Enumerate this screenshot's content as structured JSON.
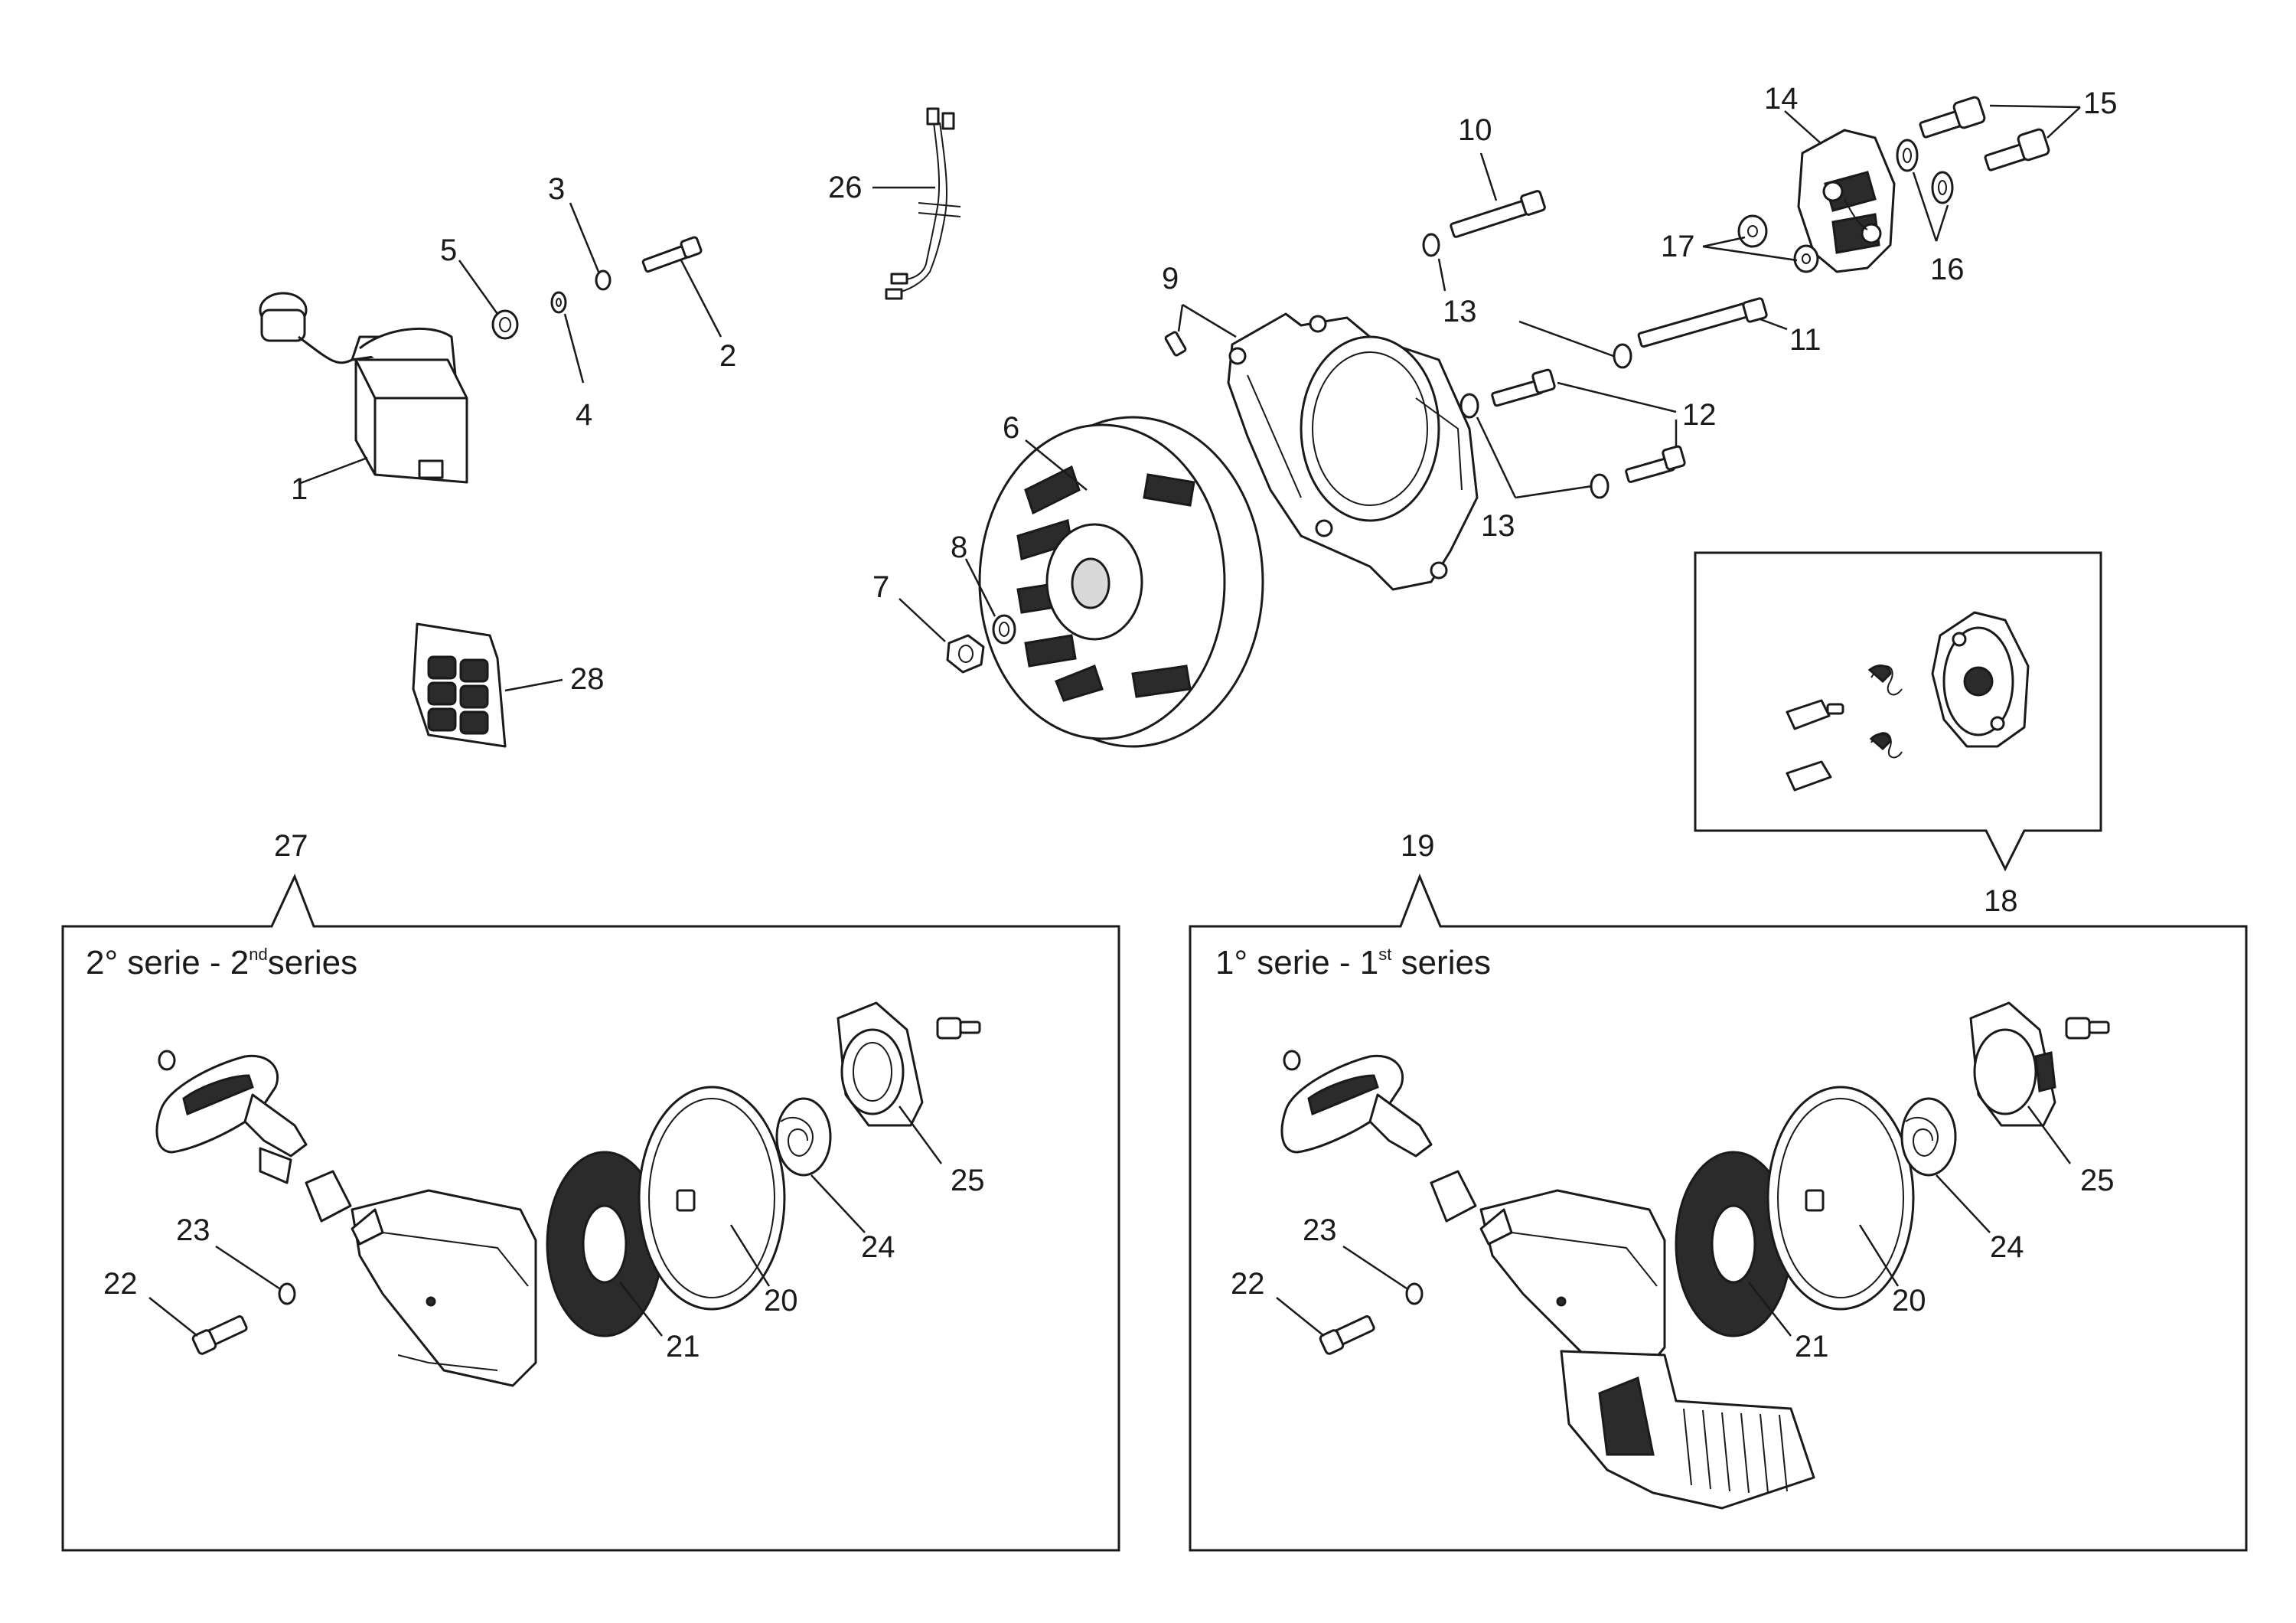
{
  "labels": [
    {
      "id": "1",
      "text": "1"
    },
    {
      "id": "2",
      "text": "2"
    },
    {
      "id": "3",
      "text": "3"
    },
    {
      "id": "4",
      "text": "4"
    },
    {
      "id": "5",
      "text": "5"
    },
    {
      "id": "6",
      "text": "6"
    },
    {
      "id": "7",
      "text": "7"
    },
    {
      "id": "8",
      "text": "8"
    },
    {
      "id": "9",
      "text": "9"
    },
    {
      "id": "10",
      "text": "10"
    },
    {
      "id": "11",
      "text": "11"
    },
    {
      "id": "12",
      "text": "12"
    },
    {
      "id": "13a",
      "text": "13"
    },
    {
      "id": "13b",
      "text": "13"
    },
    {
      "id": "14",
      "text": "14"
    },
    {
      "id": "15",
      "text": "15"
    },
    {
      "id": "16",
      "text": "16"
    },
    {
      "id": "17",
      "text": "17"
    },
    {
      "id": "18",
      "text": "18"
    },
    {
      "id": "19",
      "text": "19"
    },
    {
      "id": "26",
      "text": "26"
    },
    {
      "id": "27",
      "text": "27"
    },
    {
      "id": "28",
      "text": "28"
    },
    {
      "id": "L20",
      "text": "20"
    },
    {
      "id": "L21",
      "text": "21"
    },
    {
      "id": "L22",
      "text": "22"
    },
    {
      "id": "L23",
      "text": "23"
    },
    {
      "id": "L24",
      "text": "24"
    },
    {
      "id": "L25",
      "text": "25"
    },
    {
      "id": "R20",
      "text": "20"
    },
    {
      "id": "R21",
      "text": "21"
    },
    {
      "id": "R22",
      "text": "22"
    },
    {
      "id": "R23",
      "text": "23"
    },
    {
      "id": "R24",
      "text": "24"
    },
    {
      "id": "R25",
      "text": "25"
    }
  ],
  "boxes": {
    "left": {
      "title_main": "2° serie - 2",
      "title_sup": "nd",
      "title_end": "series"
    },
    "right": {
      "title_main": "1° serie - 1",
      "title_sup": "st",
      "title_end": " series"
    }
  }
}
